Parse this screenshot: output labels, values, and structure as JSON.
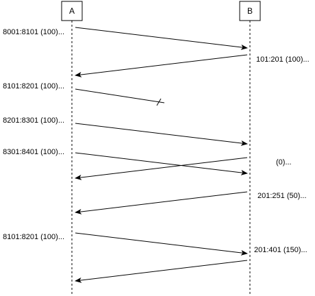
{
  "participants": [
    {
      "id": "A",
      "label": "A"
    },
    {
      "id": "B",
      "label": "B"
    }
  ],
  "messages": [
    {
      "from": "A",
      "to": "B",
      "label": "8001:8101 (100)...",
      "lost": false
    },
    {
      "from": "B",
      "to": "A",
      "label": "101:201 (100)...",
      "lost": false
    },
    {
      "from": "A",
      "to": "B",
      "label": "8101:8201 (100)...",
      "lost": true
    },
    {
      "from": "A",
      "to": "B",
      "label": "8201:8301 (100)...",
      "lost": false
    },
    {
      "from": "A",
      "to": "B",
      "label": "8301:8401 (100)...",
      "lost": false
    },
    {
      "from": "B",
      "to": "A",
      "label": "(0)...",
      "lost": false
    },
    {
      "from": "B",
      "to": "A",
      "label": "201:251 (50)...",
      "lost": false
    },
    {
      "from": "A",
      "to": "B",
      "label": "8101:8201 (100)...",
      "lost": false
    },
    {
      "from": "B",
      "to": "A",
      "label": "201:401 (150)...",
      "lost": false
    },
    {
      "from": "B",
      "to": "A",
      "label": "",
      "lost": false
    }
  ]
}
